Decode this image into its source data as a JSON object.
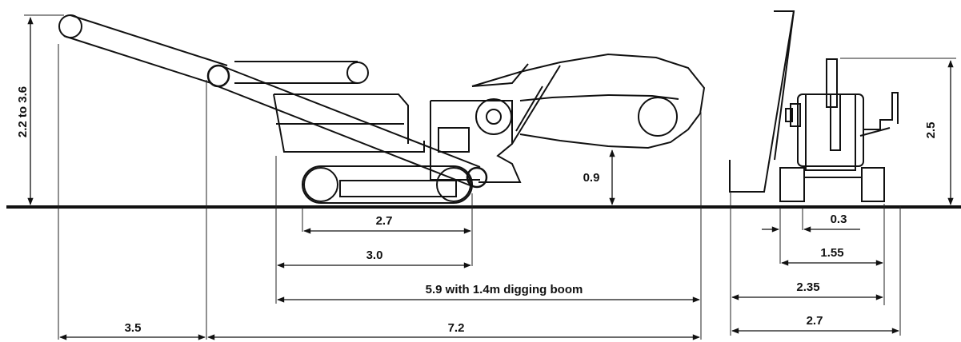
{
  "labels": {
    "boom_height": "2.2 to 3.6",
    "track_length": "2.7",
    "base_length": "3.0",
    "overall_length": "5.9 with 1.4m digging boom",
    "conveyor_projection": "3.5",
    "total_length": "7.2",
    "ground_clearance": "0.9",
    "rear_offset": "0.3",
    "track_gauge": "1.55",
    "inner_width": "2.35",
    "overall_width": "2.7",
    "overall_height": "2.5"
  }
}
